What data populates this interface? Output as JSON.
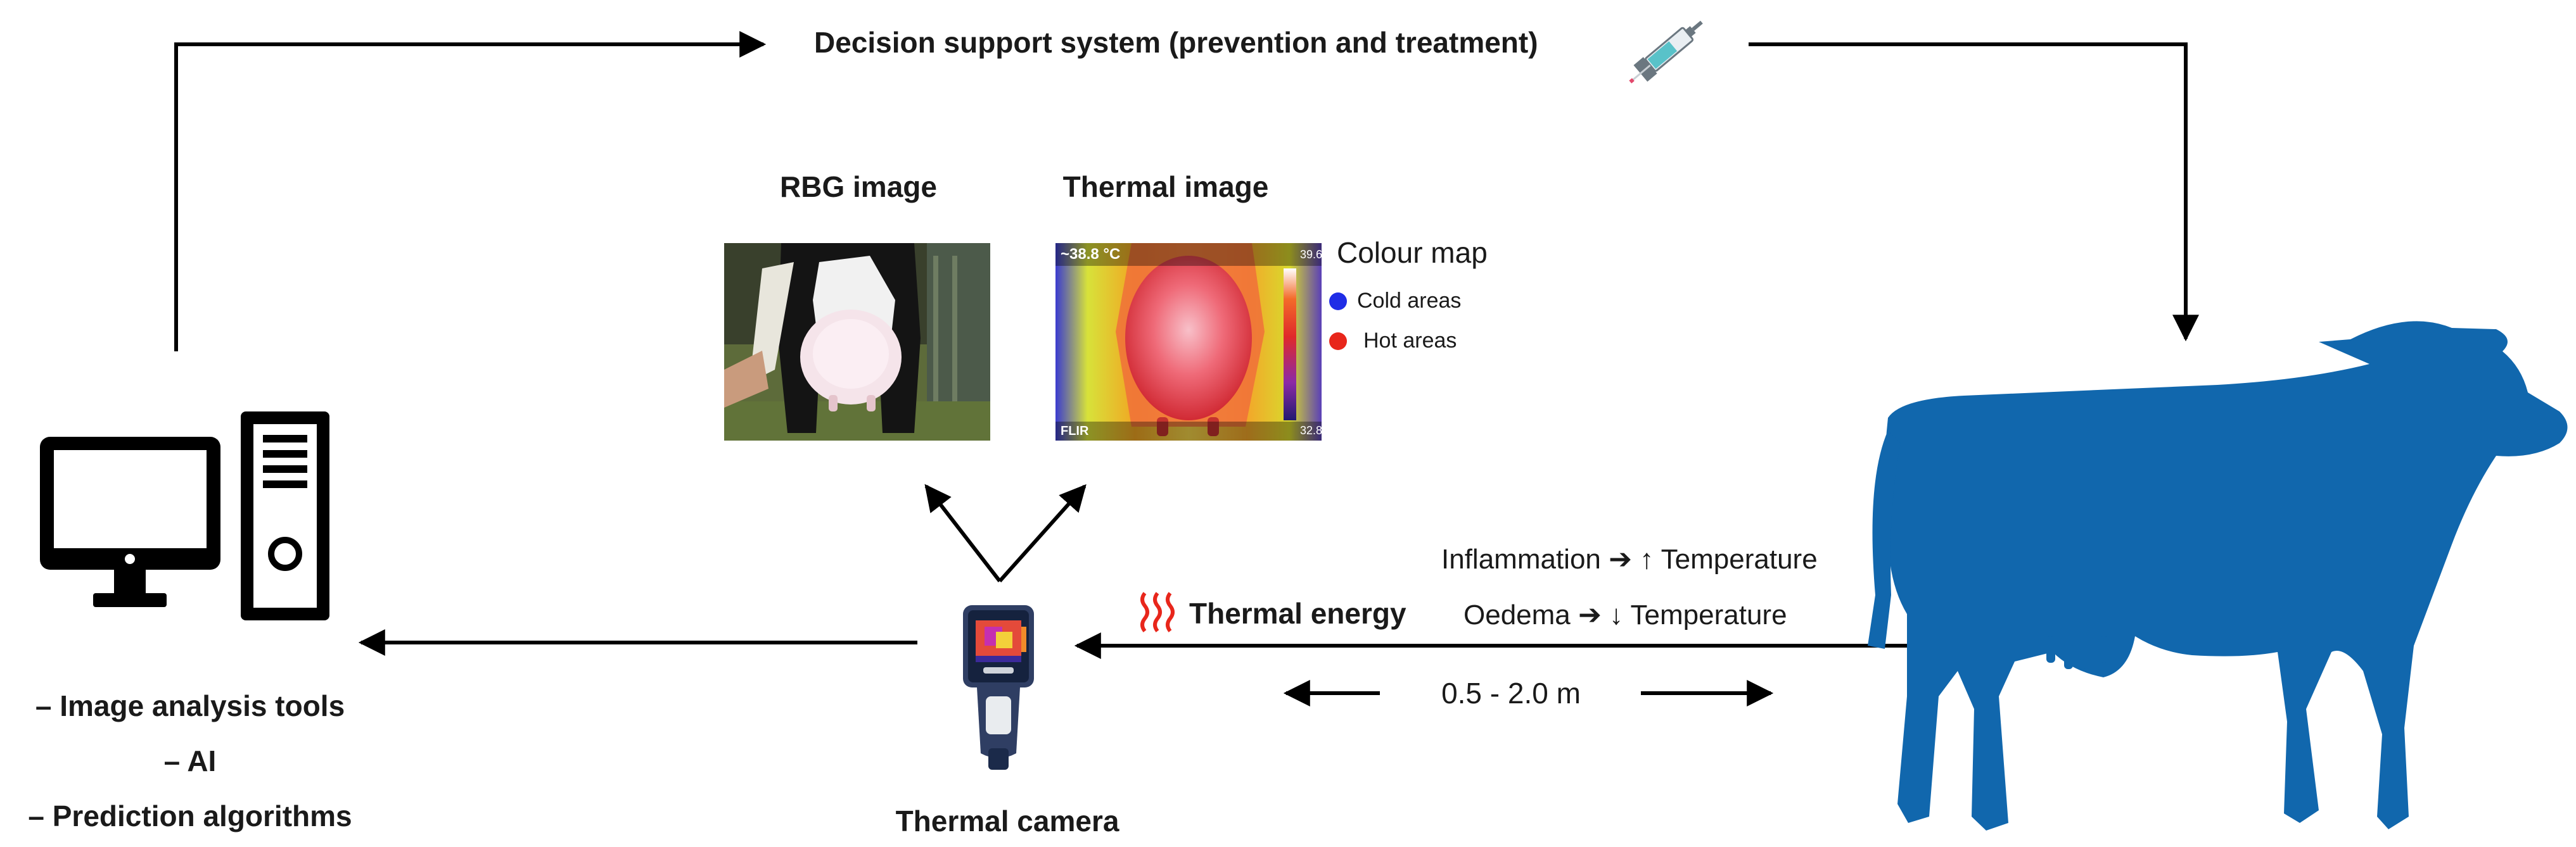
{
  "decision_system": {
    "label": "Decision support system (prevention and treatment)",
    "icon": "syringe-icon"
  },
  "rgb_panel": {
    "title": "RBG image"
  },
  "thermal_panel": {
    "title": "Thermal image",
    "temp_readout": "~38.8 °C",
    "scale_max": "39.6",
    "scale_min": "32.8",
    "brand": "FLIR"
  },
  "colour_map": {
    "title": "Colour map",
    "items": [
      {
        "label": "Cold areas",
        "color": "#1f2de6"
      },
      {
        "label": "Hot areas",
        "color": "#e8261b"
      }
    ]
  },
  "computer": {
    "icon": "desktop-computer-icon",
    "tools": [
      "– Image analysis tools",
      "– AI",
      "– Prediction algorithms"
    ]
  },
  "camera": {
    "label": "Thermal camera",
    "icon": "thermal-camera-icon"
  },
  "thermal_energy": {
    "label": "Thermal energy",
    "icon": "heat-waves-icon",
    "color": "#e8261b"
  },
  "effects": [
    {
      "cause": "Inflammation",
      "arrow": "➔",
      "direction": "↑",
      "result": "Temperature"
    },
    {
      "cause": "Oedema",
      "arrow": "➔",
      "direction": "↓",
      "result": "Temperature"
    }
  ],
  "distance": {
    "label": "0.5 - 2.0 m"
  },
  "cow": {
    "icon": "cow-icon",
    "color": "#1167ad"
  }
}
